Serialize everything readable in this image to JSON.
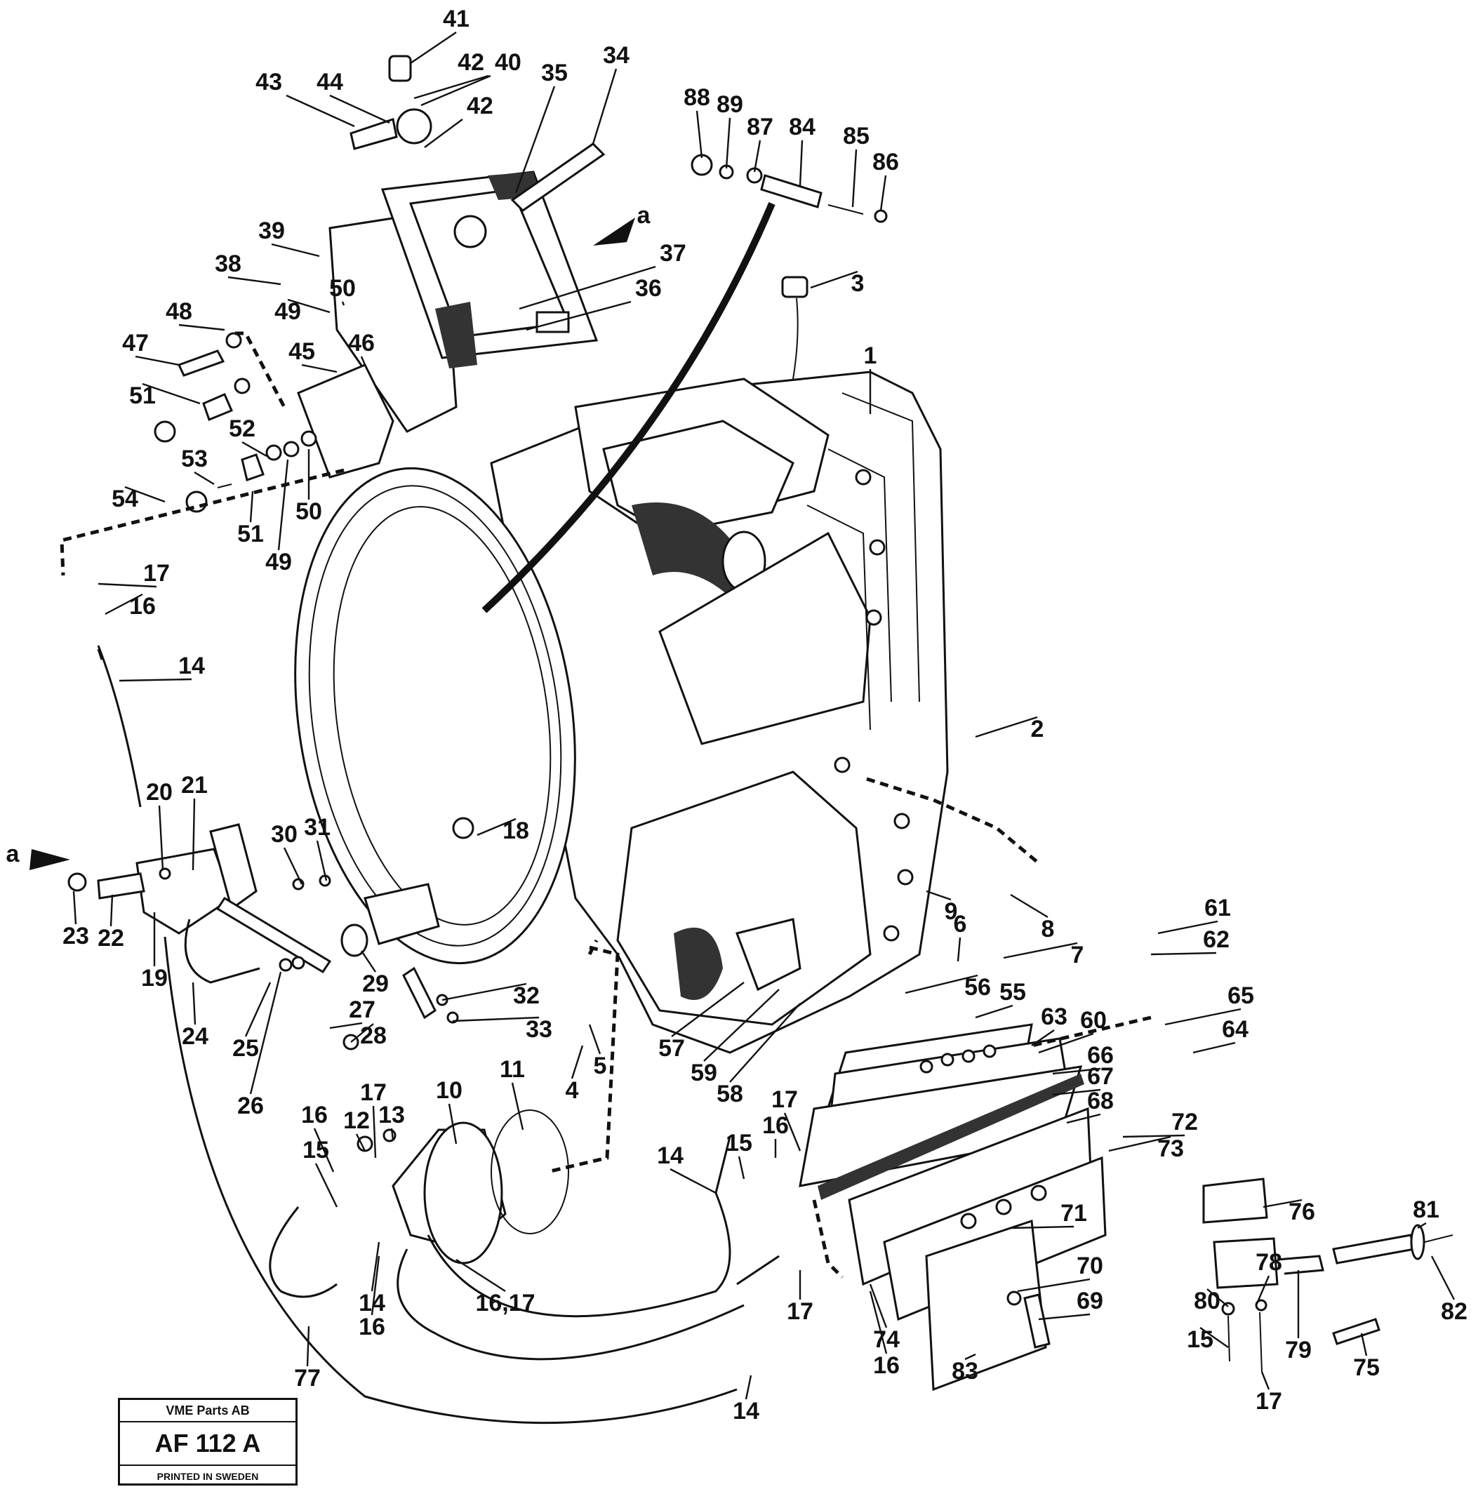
{
  "labels": [
    "41",
    "42",
    "40",
    "43",
    "44",
    "42",
    "35",
    "34",
    "88",
    "89",
    "87",
    "84",
    "85",
    "86",
    "39",
    "a",
    "37",
    "38",
    "50",
    "36",
    "3",
    "49",
    "48",
    "46",
    "47",
    "45",
    "1",
    "51",
    "52",
    "53",
    "54",
    "51",
    "49",
    "50",
    "17",
    "16",
    "14",
    "2",
    "20",
    "21",
    "18",
    "a",
    "30",
    "31",
    "9",
    "23",
    "22",
    "19",
    "29",
    "8",
    "6",
    "61",
    "7",
    "62",
    "56",
    "55",
    "32",
    "27",
    "63",
    "60",
    "65",
    "24",
    "33",
    "64",
    "25",
    "28",
    "4",
    "5",
    "57",
    "59",
    "58",
    "26",
    "11",
    "10",
    "66",
    "67",
    "68",
    "17",
    "13",
    "16",
    "12",
    "15",
    "17",
    "14",
    "15",
    "16",
    "72",
    "73",
    "71",
    "76",
    "81",
    "70",
    "78",
    "69",
    "80",
    "82",
    "16,17",
    "14",
    "16",
    "17",
    "15",
    "79",
    "75",
    "83",
    "74",
    "16",
    "17",
    "77",
    "14"
  ],
  "stamp": {
    "company": "VME Parts AB",
    "code": "AF 112 A",
    "footer": "PRINTED IN SWEDEN"
  }
}
